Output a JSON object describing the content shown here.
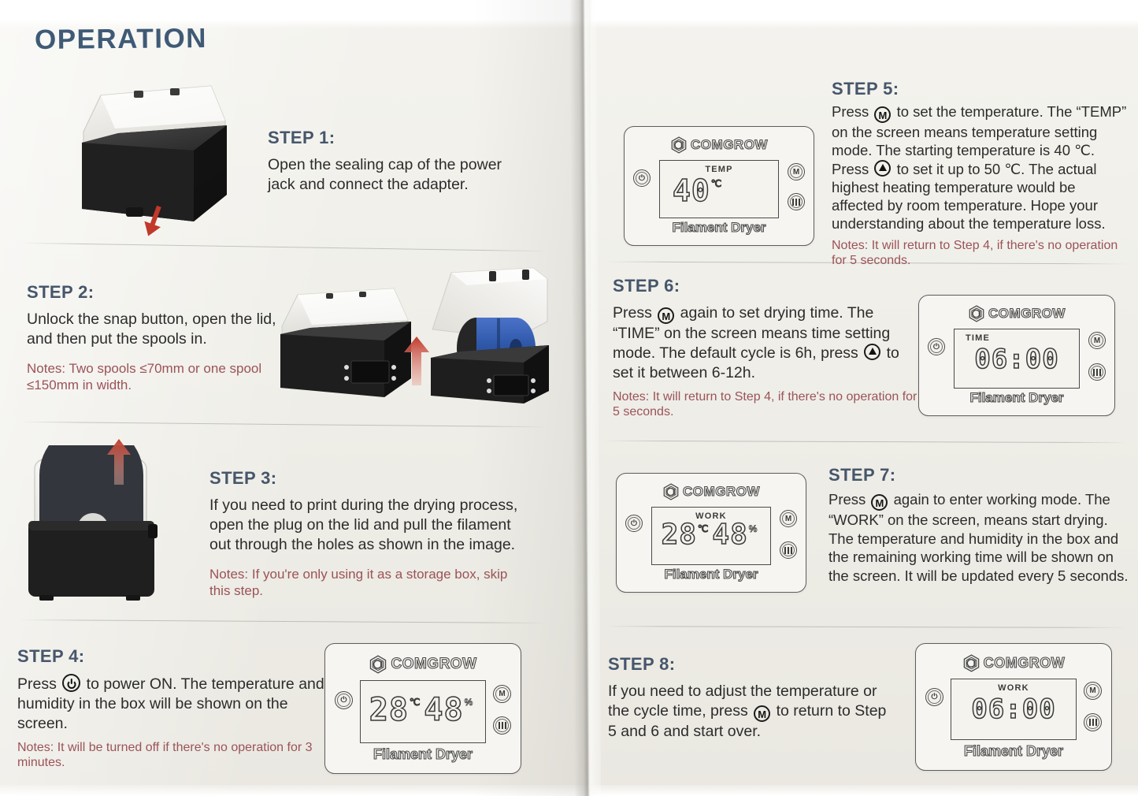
{
  "page": {
    "title": "OPERATION",
    "brand": "COMGROW",
    "device_footer": "Filament Dryer"
  },
  "steps": [
    {
      "id": "step1",
      "head": "STEP 1:",
      "body": "Open the sealing cap of the power jack and connect the adapter.",
      "note": ""
    },
    {
      "id": "step2",
      "head": "STEP 2:",
      "body": "Unlock the snap button, open the lid, and then put the spools in.",
      "note": "Notes: Two spools ≤70mm or one spool ≤150mm in width."
    },
    {
      "id": "step3",
      "head": "STEP 3:",
      "body": "If you need to print during the drying process, open the plug on the lid and pull the filament out through the holes as shown in the image.",
      "note": "Notes: If you're only using it as a storage box, skip this step."
    },
    {
      "id": "step4",
      "head": "STEP 4:",
      "body_pre": "Press ",
      "body_post": " to power ON. The temperature and humidity in the box will be shown on the screen.",
      "note": "Notes: It will be turned off if there's no operation for 3 minutes."
    },
    {
      "id": "step5",
      "head": "STEP 5:",
      "body_a": "Press ",
      "body_b": " to set the temperature. The “TEMP” on the screen means temperature setting mode. The starting temperature is 40 ℃. Press ",
      "body_c": " to set it up to 50 ℃. The actual highest heating temperature would be affected by room temperature. Hope your understanding about the temperature loss.",
      "note": "Notes: It will return to Step 4, if there's no operation for 5 seconds."
    },
    {
      "id": "step6",
      "head": "STEP 6:",
      "body_a": "Press ",
      "body_b": " again to set drying time. The “TIME” on the screen means time setting mode. The default cycle is 6h, press ",
      "body_c": " to set it between 6-12h.",
      "note": "Notes: It will return to Step 4, if there's no operation for 5 seconds."
    },
    {
      "id": "step7",
      "head": "STEP 7:",
      "body_a": "Press ",
      "body_b": " again to enter working mode. The “WORK” on the screen, means start drying. The temperature and humidity in the box and the remaining working time will be shown on the screen. It will be updated every 5 seconds.",
      "note": ""
    },
    {
      "id": "step8",
      "head": "STEP 8:",
      "body_a": "If you need to adjust the temperature or the cycle time, press ",
      "body_b": " to return to Step 5 and 6 and start over.",
      "note": ""
    }
  ],
  "keys": {
    "power": "power-key",
    "mode": "M",
    "up": "up-arrow-key"
  },
  "displays": [
    {
      "id": "display-step5",
      "mode": "TEMP",
      "mode_align": "center",
      "value": "40",
      "unit": "℃",
      "value2": "",
      "unit2": ""
    },
    {
      "id": "display-step6",
      "mode": "TIME",
      "mode_align": "left",
      "value": "06:00",
      "unit": "",
      "value2": "",
      "unit2": ""
    },
    {
      "id": "display-step7",
      "mode": "WORK",
      "mode_align": "center",
      "value": "28",
      "unit": "℃",
      "value2": "48",
      "unit2": "%"
    },
    {
      "id": "display-step4",
      "mode": "",
      "mode_align": "center",
      "value": "28",
      "unit": "℃",
      "value2": "48",
      "unit2": "%"
    },
    {
      "id": "display-step8",
      "mode": "WORK",
      "mode_align": "center",
      "value": "06:00",
      "unit": "",
      "value2": "",
      "unit2": ""
    }
  ],
  "colors": {
    "title": "#3f5a76",
    "step_head": "#46566b",
    "body": "#2c2c2c",
    "note": "#9b5358",
    "paper": "#f1efe9",
    "arrow": "#c0392b",
    "spool": "#2f57a8"
  },
  "buttons": {
    "power_label": "power-button",
    "mode_label": "M",
    "heat_label": "heat-button"
  }
}
